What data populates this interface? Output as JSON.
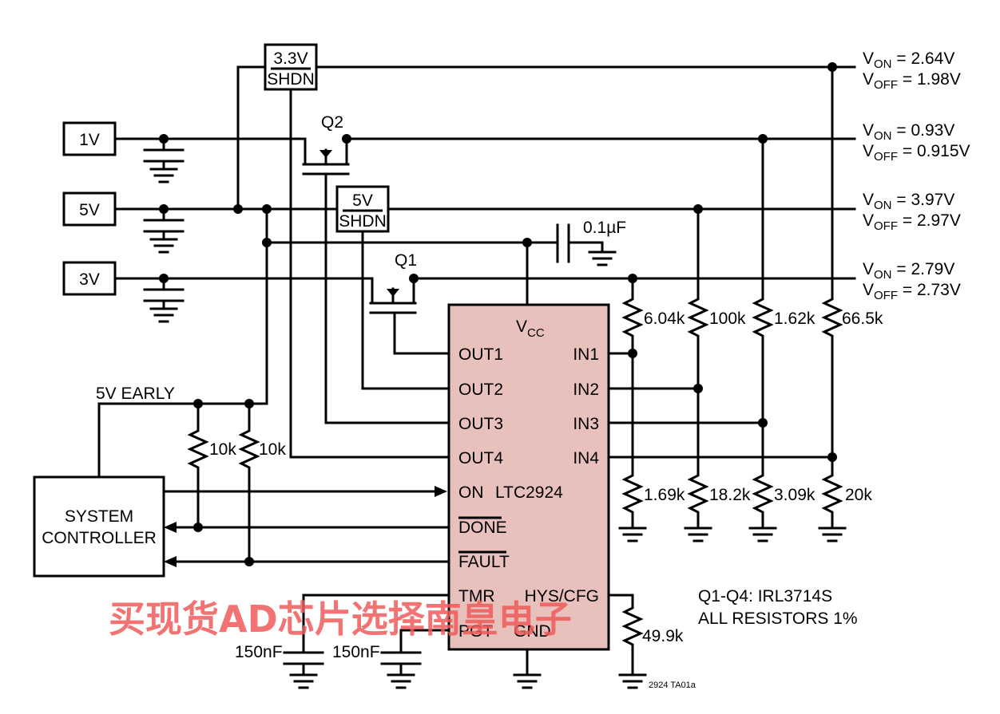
{
  "inputs": {
    "v1": "1V",
    "v5": "5V",
    "v3": "3V"
  },
  "shdn_blocks": {
    "s33": {
      "value": "3.3V",
      "sub": "SHDN"
    },
    "s5": {
      "value": "5V",
      "sub": "SHDN"
    }
  },
  "transistors": {
    "q2": "Q2",
    "q1": "Q1"
  },
  "capacitor": "0.1µF",
  "thresholds": [
    {
      "on_main": "V",
      "on_sub": "ON",
      "on_val": " = 2.64V",
      "off_main": "V",
      "off_sub": "OFF",
      "off_val": " = 1.98V"
    },
    {
      "on_main": "V",
      "on_sub": "ON",
      "on_val": " = 0.93V",
      "off_main": "V",
      "off_sub": "OFF",
      "off_val": " = 0.915V"
    },
    {
      "on_main": "V",
      "on_sub": "ON",
      "on_val": " = 3.97V",
      "off_main": "V",
      "off_sub": "OFF",
      "off_val": " = 2.97V"
    },
    {
      "on_main": "V",
      "on_sub": "ON",
      "on_val": " = 2.79V",
      "off_main": "V",
      "off_sub": "OFF",
      "off_val": " = 2.73V"
    }
  ],
  "ic": {
    "name": "LTC2924",
    "vcc_main": "V",
    "vcc_sub": "CC",
    "pins_left": [
      "OUT1",
      "OUT2",
      "OUT3",
      "OUT4",
      "ON",
      "DONE",
      "FAULT",
      "TMR",
      "PGT"
    ],
    "pins_right": [
      "IN1",
      "IN2",
      "IN3",
      "IN4",
      "HYS/CFG"
    ],
    "gnd": "GND",
    "fill_color": "#e9c1bc"
  },
  "resistors": {
    "top": [
      "6.04k",
      "100k",
      "1.62k",
      "66.5k"
    ],
    "bottom": [
      "1.69k",
      "18.2k",
      "3.09k",
      "20k"
    ],
    "pullup_a": "10k",
    "pullup_b": "10k",
    "hys": "49.9k"
  },
  "caps_bottom": [
    "150nF",
    "150nF"
  ],
  "early_label": "5V EARLY",
  "controller": {
    "line1": "SYSTEM",
    "line2": "CONTROLLER"
  },
  "notes": {
    "line1": "Q1-Q4: IRL3714S",
    "line2": "ALL RESISTORS 1%"
  },
  "figure_code": "2924 TA01a",
  "watermark": "买现货AD芯片选择南皇电子"
}
